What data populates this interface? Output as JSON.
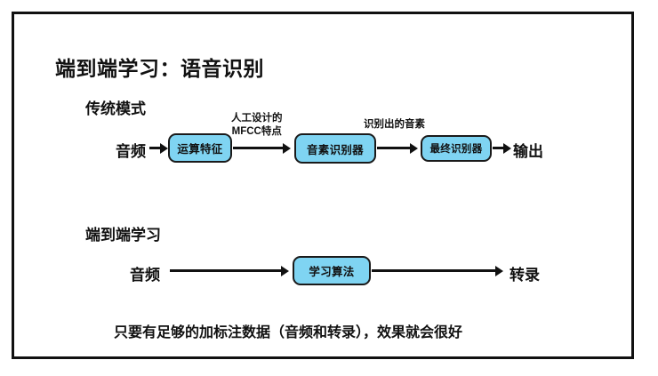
{
  "slide": {
    "title": "端到端学习：语音识别",
    "frame_color": "#111111",
    "background_color": "#ffffff",
    "box_fill_color": "#7FD4F2",
    "box_border_color": "#1a1a1a"
  },
  "traditional": {
    "heading": "传统模式",
    "input_label": "音频",
    "output_label": "输出",
    "boxes": [
      {
        "label": "运算特征"
      },
      {
        "label": "音素识别器"
      },
      {
        "label": "最终识别器"
      }
    ],
    "edge_labels": {
      "mfcc_line1": "人工设计的",
      "mfcc_line2": "MFCC特点",
      "phonemes": "识别出的音素"
    }
  },
  "end_to_end": {
    "heading": "端到端学习",
    "input_label": "音频",
    "output_label": "转录",
    "boxes": [
      {
        "label": "学习算法"
      }
    ]
  },
  "caption": "只要有足够的加标注数据（音频和转录），效果就会很好"
}
